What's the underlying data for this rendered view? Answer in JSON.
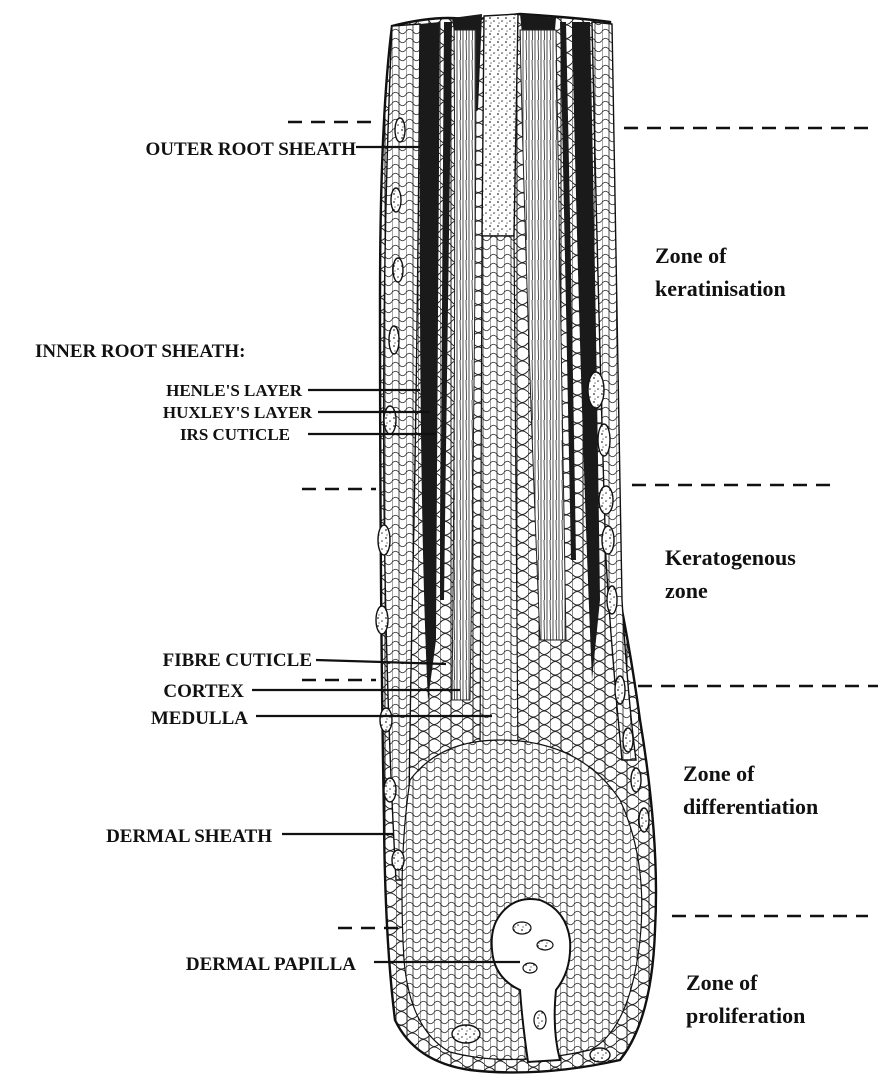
{
  "labels": {
    "outer_root_sheath": "OUTER ROOT SHEATH",
    "inner_root_sheath": "INNER ROOT SHEATH:",
    "henles_layer": "HENLE'S LAYER",
    "huxleys_layer": "HUXLEY'S LAYER",
    "irs_cuticle": "IRS CUTICLE",
    "fibre_cuticle": "FIBRE CUTICLE",
    "cortex": "CORTEX",
    "medulla": "MEDULLA",
    "dermal_sheath": "DERMAL SHEATH",
    "dermal_papilla": "DERMAL PAPILLA"
  },
  "zones": {
    "keratinisation": [
      "Zone of",
      "keratinisation"
    ],
    "keratogenous": [
      "Keratogenous",
      "zone"
    ],
    "differentiation": [
      "Zone of",
      "differentiation"
    ],
    "proliferation": [
      "Zone of",
      "proliferation"
    ]
  },
  "colors": {
    "ink": "#111111",
    "paper": "#ffffff",
    "sheath_dark": "#1a1a1a"
  }
}
